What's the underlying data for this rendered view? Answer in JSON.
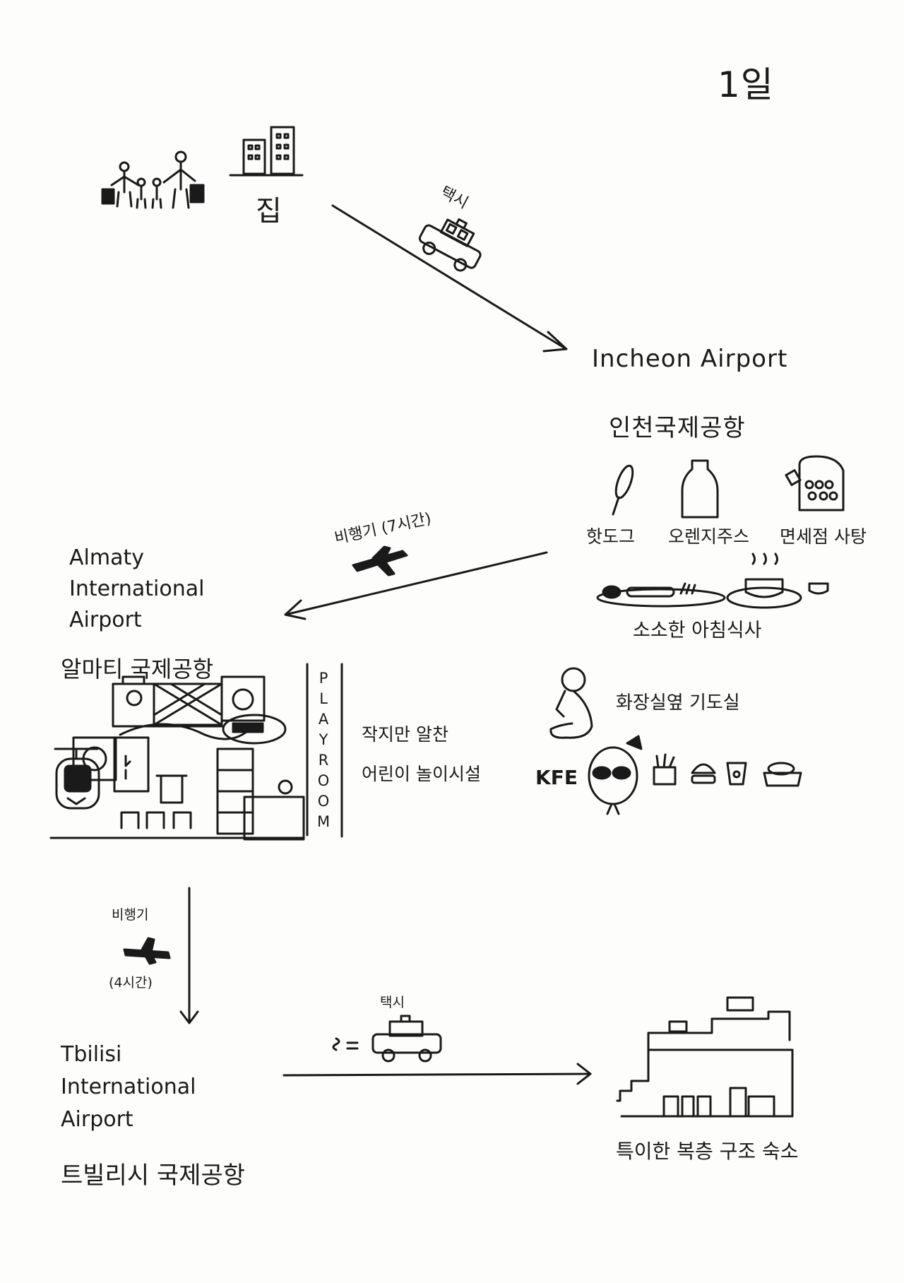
{
  "day_label": "1일",
  "home": {
    "label": "집"
  },
  "leg1": {
    "transport": "택시"
  },
  "incheon": {
    "name_en": "Incheon Airport",
    "name_ko": "인천국제공항",
    "items": [
      "핫도그",
      "오렌지주스",
      "면세점 사탕"
    ],
    "breakfast": "소소한 아침식사"
  },
  "leg2": {
    "transport": "비행기 (7시간)"
  },
  "almaty": {
    "name_en_lines": [
      "Almaty",
      "International",
      "Airport"
    ],
    "name_ko": "알마티 국제공항",
    "playroom_letters": [
      "P",
      "L",
      "A",
      "Y",
      "R",
      "O",
      "O",
      "M"
    ],
    "playroom_desc_lines": [
      "작지만 알찬",
      "어린이 놀이시설"
    ],
    "prayer_room": "화장실옆 기도실",
    "kfe_logo": "KFE"
  },
  "leg3": {
    "transport": "비행기",
    "duration": "(4시간)"
  },
  "tbilisi": {
    "name_en_lines": [
      "Tbilisi",
      "International",
      "Airport"
    ],
    "name_ko": "트빌리시 국제공항"
  },
  "leg4": {
    "transport": "택시"
  },
  "lodging": {
    "label": "특이한 복층 구조 숙소"
  }
}
